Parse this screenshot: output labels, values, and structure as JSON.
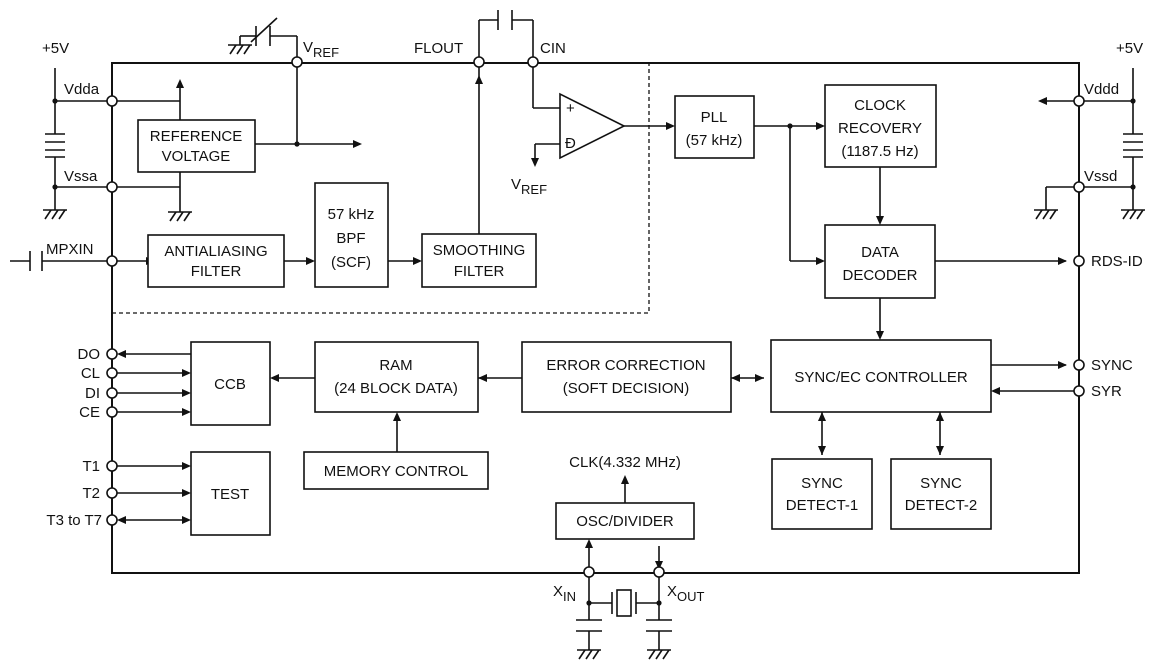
{
  "blocks": {
    "reference_voltage": [
      "REFERENCE",
      "VOLTAGE"
    ],
    "antialiasing_filter": [
      "ANTIALIASING",
      "FILTER"
    ],
    "bpf": [
      "57 kHz",
      "BPF",
      "(SCF)"
    ],
    "smoothing_filter": [
      "SMOOTHING",
      "FILTER"
    ],
    "pll": [
      "PLL",
      "(57 kHz)"
    ],
    "clock_recovery": [
      "CLOCK",
      "RECOVERY",
      "(1187.5 Hz)"
    ],
    "data_decoder": [
      "DATA",
      "DECODER"
    ],
    "ccb": [
      "CCB"
    ],
    "ram": [
      "RAM",
      "(24 BLOCK DATA)"
    ],
    "error_correction": [
      "ERROR CORRECTION",
      "(SOFT DECISION)"
    ],
    "sync_ec_controller": [
      "SYNC/EC CONTROLLER"
    ],
    "memory_control": [
      "MEMORY CONTROL"
    ],
    "test": [
      "TEST"
    ],
    "osc_divider": [
      "OSC/DIVIDER"
    ],
    "sync_detect_1": [
      "SYNC",
      "DETECT-1"
    ],
    "sync_detect_2": [
      "SYNC",
      "DETECT-2"
    ]
  },
  "pins": {
    "vref": {
      "main": "V",
      "sub": "REF"
    },
    "flout": "FLOUT",
    "cin": "CIN",
    "vdda": "Vdda",
    "vssa": "Vssa",
    "mpxin": "MPXIN",
    "vddd": "Vddd",
    "vssd": "Vssd",
    "rds_id": "RDS-ID",
    "do": "DO",
    "cl": "CL",
    "di": "DI",
    "ce": "CE",
    "sync": "SYNC",
    "syr": "SYR",
    "t1": "T1",
    "t2": "T2",
    "t3_t7": "T3 to T7",
    "xin": {
      "main": "X",
      "sub": "IN"
    },
    "xout": {
      "main": "X",
      "sub": "OUT"
    }
  },
  "supply": {
    "left": "+5V",
    "right": "+5V"
  },
  "opamp": {
    "plus": "+",
    "minus": "Đ",
    "vref": {
      "main": "V",
      "sub": "REF"
    }
  },
  "clk_out": "CLK(4.332 MHz)"
}
